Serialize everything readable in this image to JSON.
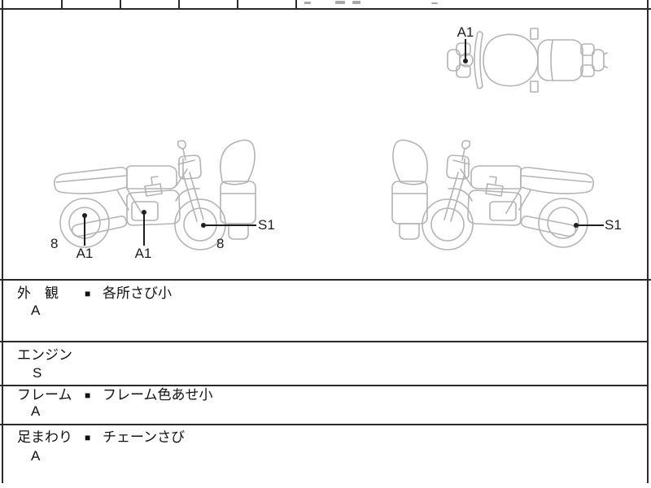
{
  "sheet": {
    "kind": "motorcycle-auction-inspection-sheet",
    "colors": {
      "border": "#2a2a2a",
      "bike_outline": "#b4b4b4",
      "marker": "#1f1f1f",
      "background": "#ffffff"
    }
  },
  "diagram": {
    "top_view_label": "A1",
    "side_left": {
      "rear_num": "8",
      "rear_marker": "A1",
      "engine_marker": "A1",
      "front_num": "8",
      "front_wheel_marker": "S1"
    },
    "side_right": {
      "rear_wheel_marker": "S1"
    }
  },
  "inspection_table": {
    "bullet": "■",
    "rows": [
      {
        "category": "外　観",
        "grade": "A",
        "note": "各所さび小"
      },
      {
        "category": "エンジン",
        "grade": "S",
        "note": ""
      },
      {
        "category": "フレーム",
        "grade": "A",
        "note": "フレーム色あせ小"
      },
      {
        "category": "足まわり",
        "grade": "A",
        "note": "チェーンさび"
      }
    ]
  }
}
